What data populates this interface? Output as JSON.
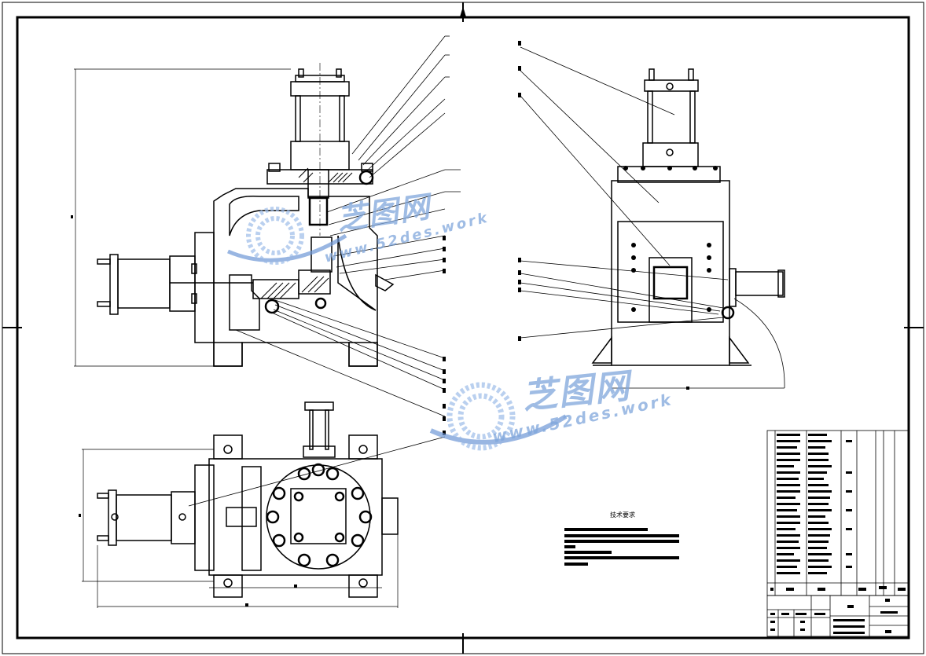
{
  "drawing": {
    "watermark_cn": "芝图网",
    "watermark_en": "www.52des.work"
  },
  "tech_requirements": {
    "title": "技术要求"
  },
  "colors": {
    "line": "#000000",
    "hatch": "#000000",
    "watermark": "#7fa6dc"
  }
}
